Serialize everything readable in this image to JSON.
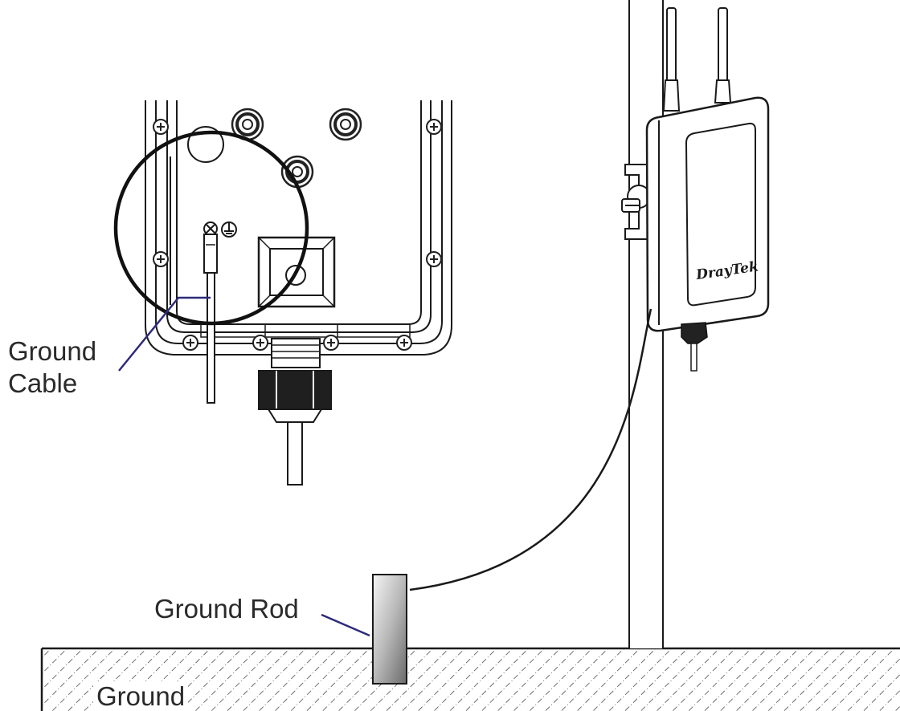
{
  "labels": {
    "ground_cable_line1": "Ground",
    "ground_cable_line2": "Cable",
    "ground_rod": "Ground Rod",
    "ground": "Ground"
  },
  "device": {
    "brand_logo": "DrayTek"
  },
  "colors": {
    "line": "#1a1a1a",
    "leader": "#2e2a7a",
    "label_text": "#2a2a2a",
    "rod_light": "#f5f5f5",
    "rod_dark": "#6a6a6a"
  },
  "icons": [
    "ground-symbol-icon",
    "screw-icon",
    "nut-icon"
  ]
}
